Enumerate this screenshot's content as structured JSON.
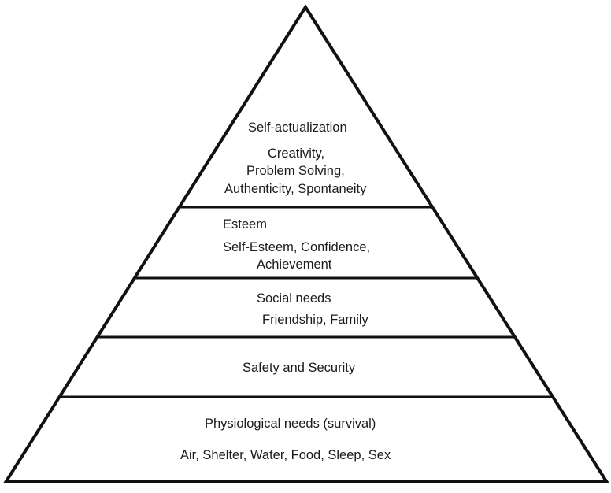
{
  "levels": {
    "self_actualization": {
      "title": "Self-actualization",
      "line1": "Creativity,",
      "line2": "Problem Solving,",
      "line3": "Authenticity, Spontaneity"
    },
    "esteem": {
      "title": "Esteem",
      "line1": "Self-Esteem, Confidence,",
      "line2": "Achievement"
    },
    "social": {
      "title": "Social needs",
      "line1": "Friendship, Family"
    },
    "safety": {
      "title": "Safety and Security"
    },
    "physiological": {
      "title": "Physiological needs (survival)",
      "line1": "Air, Shelter, Water, Food, Sleep, Sex"
    }
  }
}
